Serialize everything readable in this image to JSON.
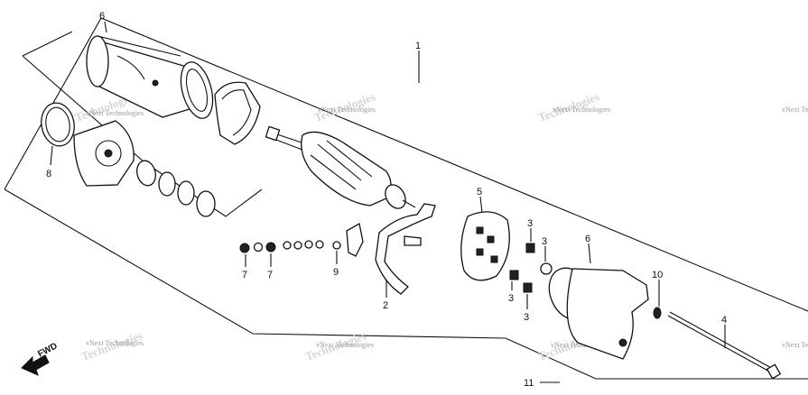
{
  "diagram": {
    "callouts": [
      {
        "id": "p6a",
        "label": "6"
      },
      {
        "id": "p1",
        "label": "1"
      },
      {
        "id": "p8",
        "label": "8"
      },
      {
        "id": "p5",
        "label": "5"
      },
      {
        "id": "p3a",
        "label": "3"
      },
      {
        "id": "p3b",
        "label": "3"
      },
      {
        "id": "p3c",
        "label": "3"
      },
      {
        "id": "p3d",
        "label": "3"
      },
      {
        "id": "p6b",
        "label": "6"
      },
      {
        "id": "p10",
        "label": "10"
      },
      {
        "id": "p4",
        "label": "4"
      },
      {
        "id": "p7a",
        "label": "7"
      },
      {
        "id": "p7b",
        "label": "7"
      },
      {
        "id": "p9",
        "label": "9"
      },
      {
        "id": "p2",
        "label": "2"
      },
      {
        "id": "p11",
        "label": "11"
      }
    ],
    "fwd_label": "FWD",
    "watermark_text": "vNext Technologies"
  }
}
